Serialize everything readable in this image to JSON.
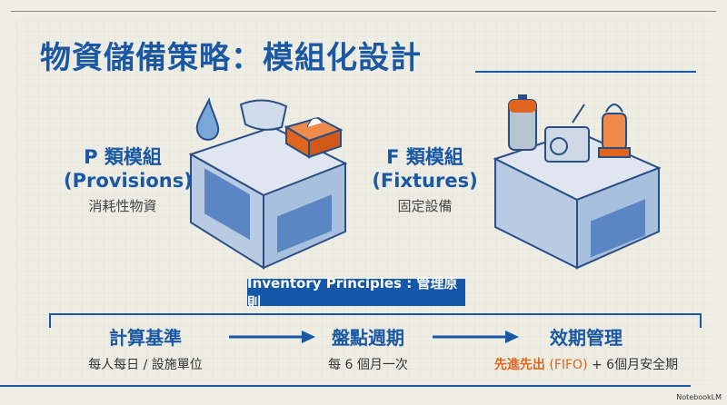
{
  "title": "物資儲備策略：模組化設計",
  "modules": [
    {
      "title": "P 類模組",
      "subtitle": "(Provisions)",
      "description": "消耗性物資",
      "icons": [
        "water-drop-icon",
        "face-mask-icon",
        "tissue-box-icon"
      ]
    },
    {
      "title": "F 類模組",
      "subtitle": "(Fixtures)",
      "description": "固定設備",
      "icons": [
        "battery-icon",
        "radio-icon",
        "lantern-icon"
      ]
    }
  ],
  "banner": "Inventory Principles : 管理原則",
  "steps": [
    {
      "title": "計算基準",
      "detail": "每人每日 / 設施單位"
    },
    {
      "title": "盤點週期",
      "detail": "每 6 個月一次"
    },
    {
      "title": "效期管理",
      "detail_highlight": "先進先出",
      "detail_highlight_paren": "(FIFO)",
      "detail_rest": "+ 6個月安全期"
    }
  ],
  "watermark": "NotebookLM",
  "colors": {
    "primary": "#1a58a4",
    "accent": "#e0651e",
    "background": "#eeede4"
  }
}
